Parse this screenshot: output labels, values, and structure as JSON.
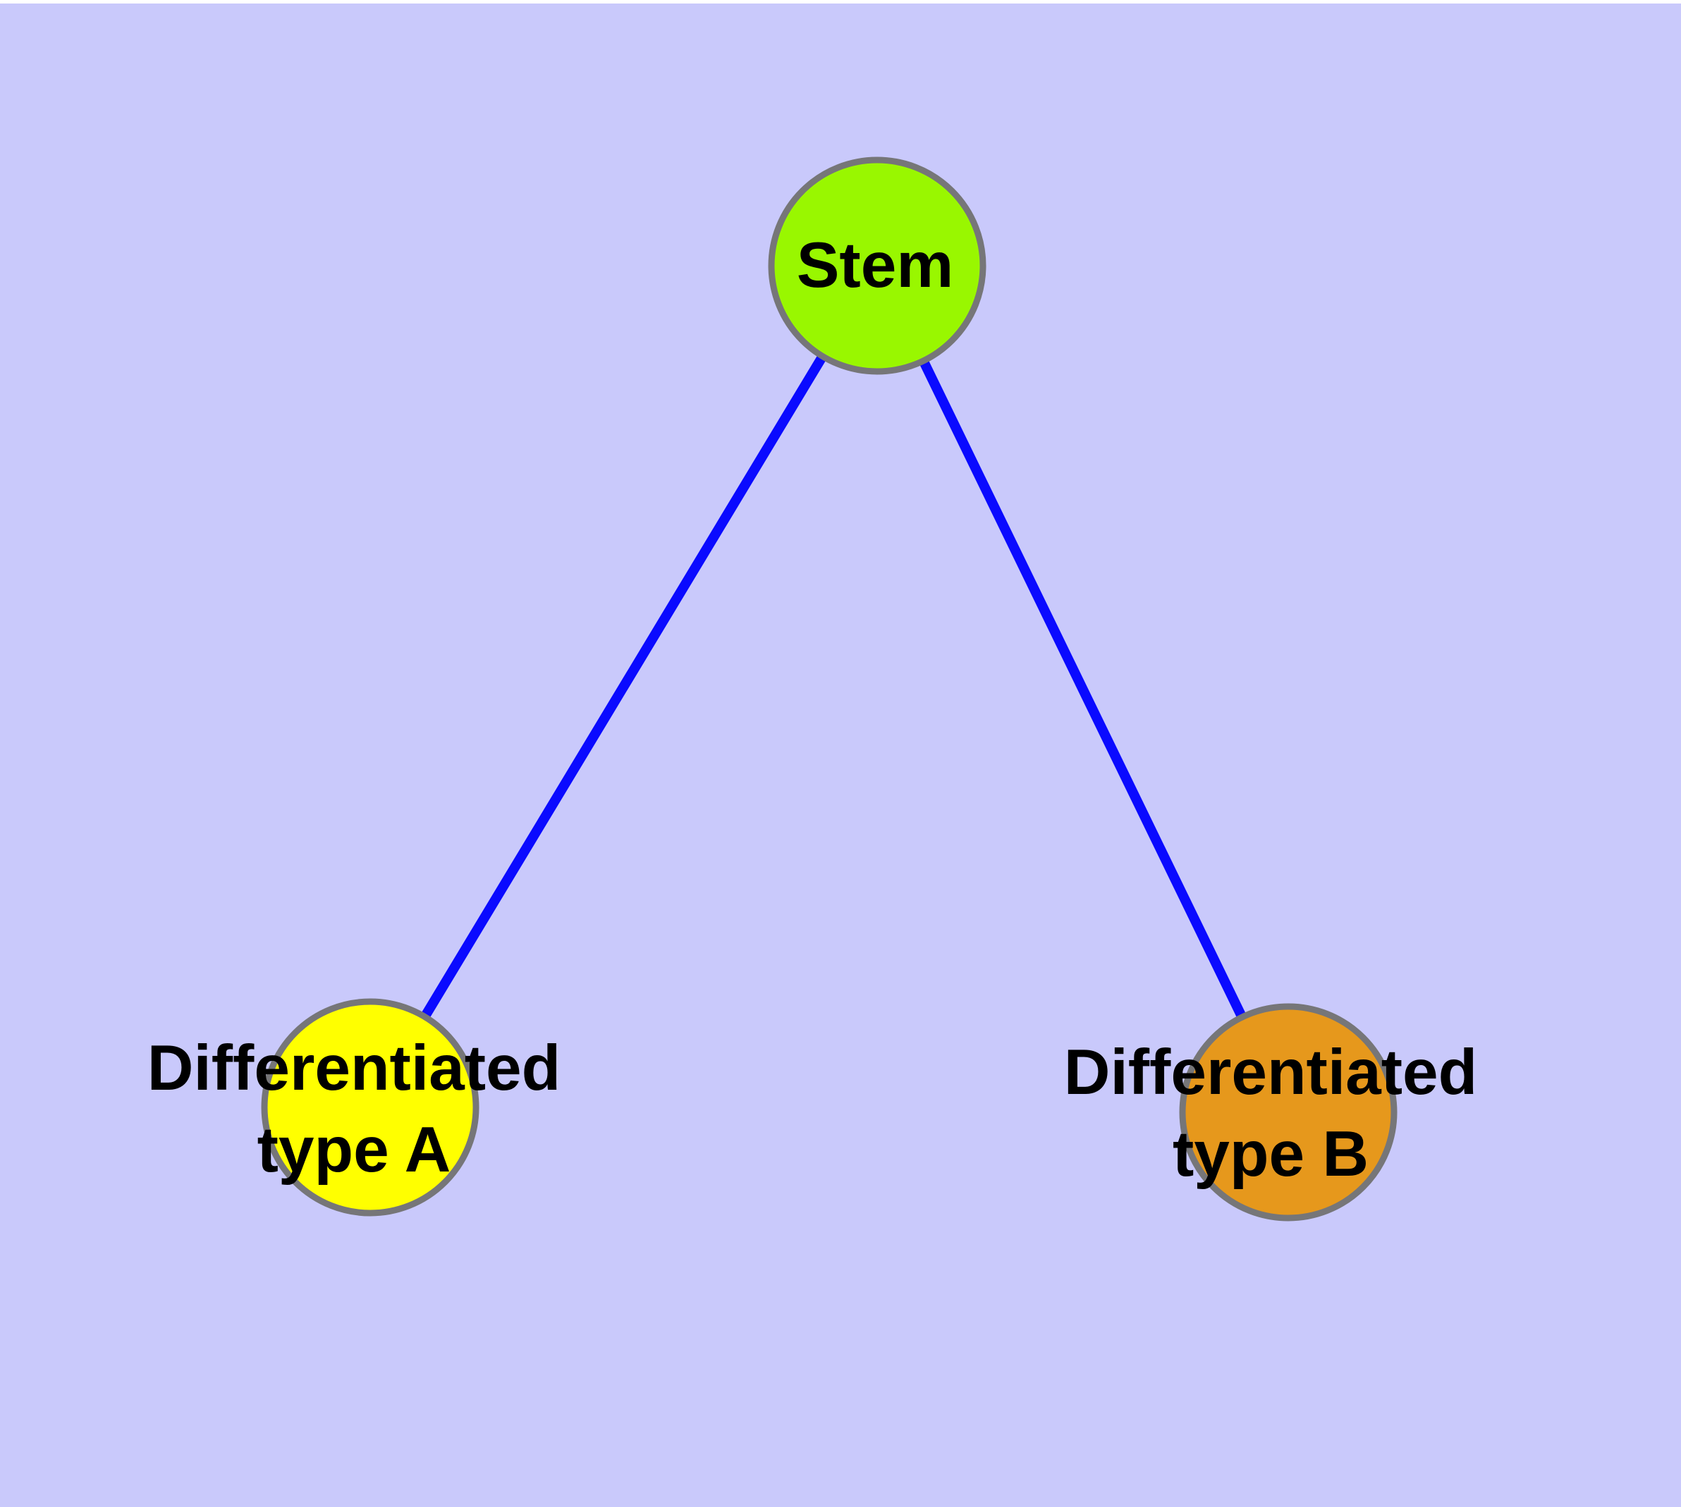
{
  "diagram": {
    "background_color": "#C9C9FB",
    "top_border_color": "#FFFFFF",
    "edge_color": "#0A0AFF",
    "node_border_color": "#767678",
    "text_color": "#000000",
    "nodes": [
      {
        "id": "stem",
        "label": "Stem",
        "label_line1": "Stem",
        "label_line2": "",
        "color": "#99F700"
      },
      {
        "id": "differentiated-type-a",
        "label": "Differentiated type A",
        "label_line1": "Differentiated",
        "label_line2": "type A",
        "color": "#FFFF00"
      },
      {
        "id": "differentiated-type-b",
        "label": "Differentiated type B",
        "label_line1": "Differentiated",
        "label_line2": "type B",
        "color": "#E6981C"
      }
    ],
    "edges": [
      {
        "from": "Stem",
        "to": "Differentiated type A"
      },
      {
        "from": "Stem",
        "to": "Differentiated type B"
      }
    ]
  }
}
